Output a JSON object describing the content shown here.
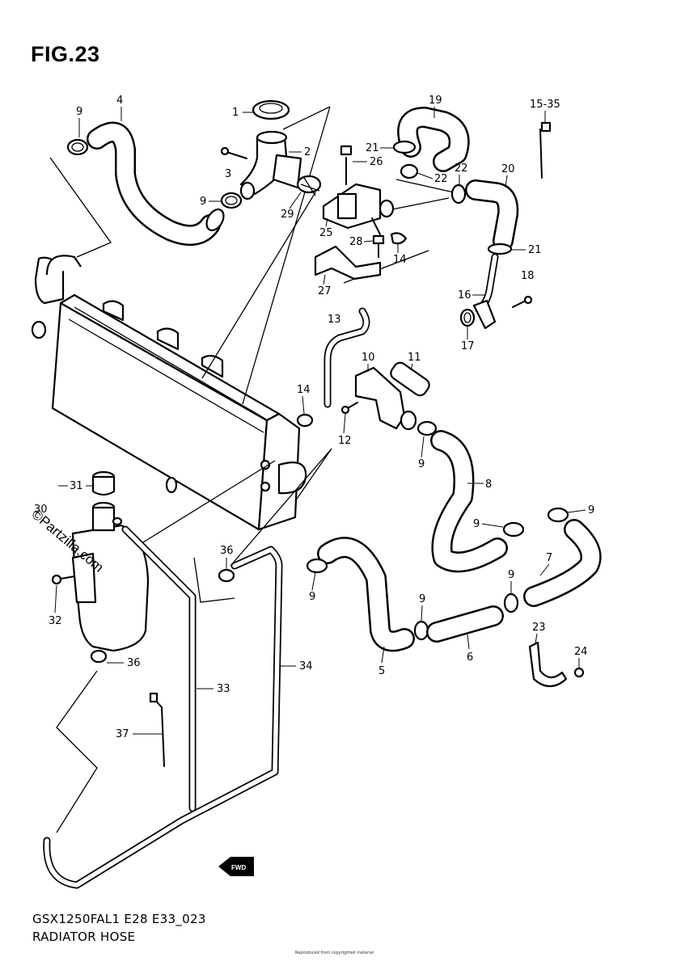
{
  "figure": {
    "title": "FIG.23",
    "model_code": "GSX1250FAL1 E28 E33_023",
    "section_name": "RADIATOR HOSE"
  },
  "watermark": "©Partzilla.com",
  "forward_marker": "FWD",
  "footer_tiny": "Reproduced from copyrighted material",
  "callouts": [
    {
      "id": "1",
      "label": "1"
    },
    {
      "id": "2",
      "label": "2"
    },
    {
      "id": "3",
      "label": "3"
    },
    {
      "id": "4",
      "label": "4"
    },
    {
      "id": "5",
      "label": "5"
    },
    {
      "id": "6",
      "label": "6"
    },
    {
      "id": "7",
      "label": "7"
    },
    {
      "id": "8",
      "label": "8"
    },
    {
      "id": "9a",
      "label": "9"
    },
    {
      "id": "9b",
      "label": "9"
    },
    {
      "id": "9c",
      "label": "9"
    },
    {
      "id": "9d",
      "label": "9"
    },
    {
      "id": "9e",
      "label": "9"
    },
    {
      "id": "9f",
      "label": "9"
    },
    {
      "id": "9g",
      "label": "9"
    },
    {
      "id": "9h",
      "label": "9"
    },
    {
      "id": "10",
      "label": "10"
    },
    {
      "id": "11",
      "label": "11"
    },
    {
      "id": "12",
      "label": "12"
    },
    {
      "id": "13",
      "label": "13"
    },
    {
      "id": "14a",
      "label": "14"
    },
    {
      "id": "14b",
      "label": "14"
    },
    {
      "id": "15",
      "label": "15-35"
    },
    {
      "id": "16",
      "label": "16"
    },
    {
      "id": "17",
      "label": "17"
    },
    {
      "id": "18",
      "label": "18"
    },
    {
      "id": "19",
      "label": "19"
    },
    {
      "id": "20",
      "label": "20"
    },
    {
      "id": "21a",
      "label": "21"
    },
    {
      "id": "21b",
      "label": "21"
    },
    {
      "id": "22a",
      "label": "22"
    },
    {
      "id": "22b",
      "label": "22"
    },
    {
      "id": "23",
      "label": "23"
    },
    {
      "id": "24",
      "label": "24"
    },
    {
      "id": "25",
      "label": "25"
    },
    {
      "id": "26",
      "label": "26"
    },
    {
      "id": "27",
      "label": "27"
    },
    {
      "id": "28",
      "label": "28"
    },
    {
      "id": "29",
      "label": "29"
    },
    {
      "id": "30",
      "label": "30"
    },
    {
      "id": "31",
      "label": "31"
    },
    {
      "id": "32",
      "label": "32"
    },
    {
      "id": "33",
      "label": "33"
    },
    {
      "id": "34",
      "label": "34"
    },
    {
      "id": "36a",
      "label": "36"
    },
    {
      "id": "36b",
      "label": "36"
    },
    {
      "id": "37",
      "label": "37"
    }
  ]
}
